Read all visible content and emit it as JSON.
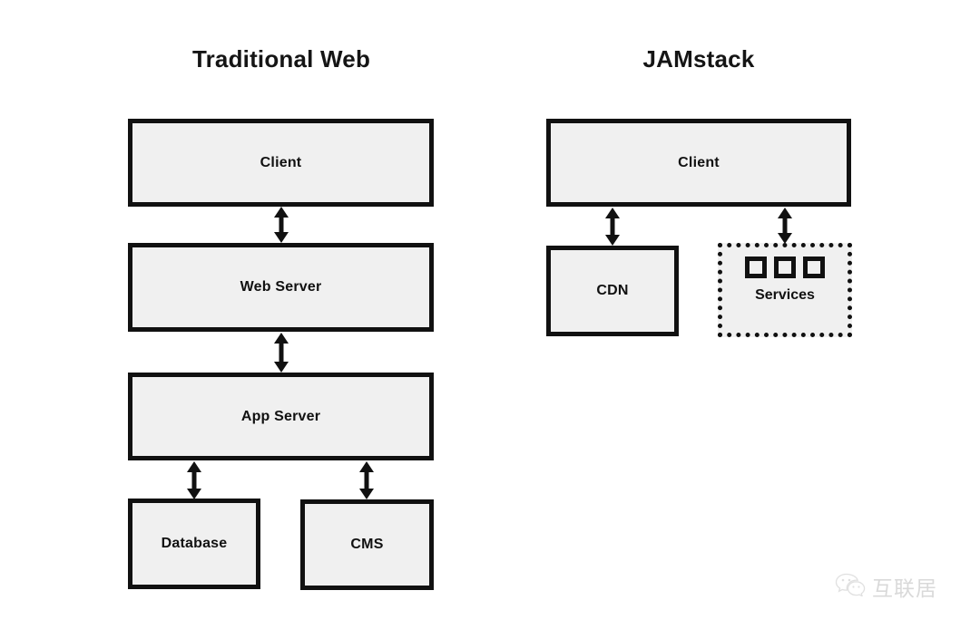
{
  "diagram": {
    "type": "architecture-comparison",
    "columns": [
      {
        "id": "traditional",
        "title": "Traditional Web",
        "nodes": [
          {
            "id": "client-trad",
            "label": "Client"
          },
          {
            "id": "web-server",
            "label": "Web Server"
          },
          {
            "id": "app-server",
            "label": "App Server"
          },
          {
            "id": "database",
            "label": "Database"
          },
          {
            "id": "cms",
            "label": "CMS"
          }
        ],
        "connections": [
          {
            "from": "client-trad",
            "to": "web-server",
            "style": "double-arrow"
          },
          {
            "from": "web-server",
            "to": "app-server",
            "style": "double-arrow"
          },
          {
            "from": "app-server",
            "to": "database",
            "style": "double-arrow"
          },
          {
            "from": "app-server",
            "to": "cms",
            "style": "double-arrow"
          }
        ]
      },
      {
        "id": "jamstack",
        "title": "JAMstack",
        "nodes": [
          {
            "id": "client-jam",
            "label": "Client"
          },
          {
            "id": "cdn",
            "label": "CDN"
          },
          {
            "id": "services",
            "label": "Services",
            "border": "dotted",
            "icons": 3
          }
        ],
        "connections": [
          {
            "from": "client-jam",
            "to": "cdn",
            "style": "double-arrow"
          },
          {
            "from": "client-jam",
            "to": "services",
            "style": "double-arrow"
          }
        ]
      }
    ],
    "colors": {
      "node_fill": "#f0f0f0",
      "node_border": "#111111",
      "text": "#111111",
      "background": "#ffffff"
    }
  },
  "watermark": {
    "icon": "wechat-icon",
    "text": "互联居"
  }
}
